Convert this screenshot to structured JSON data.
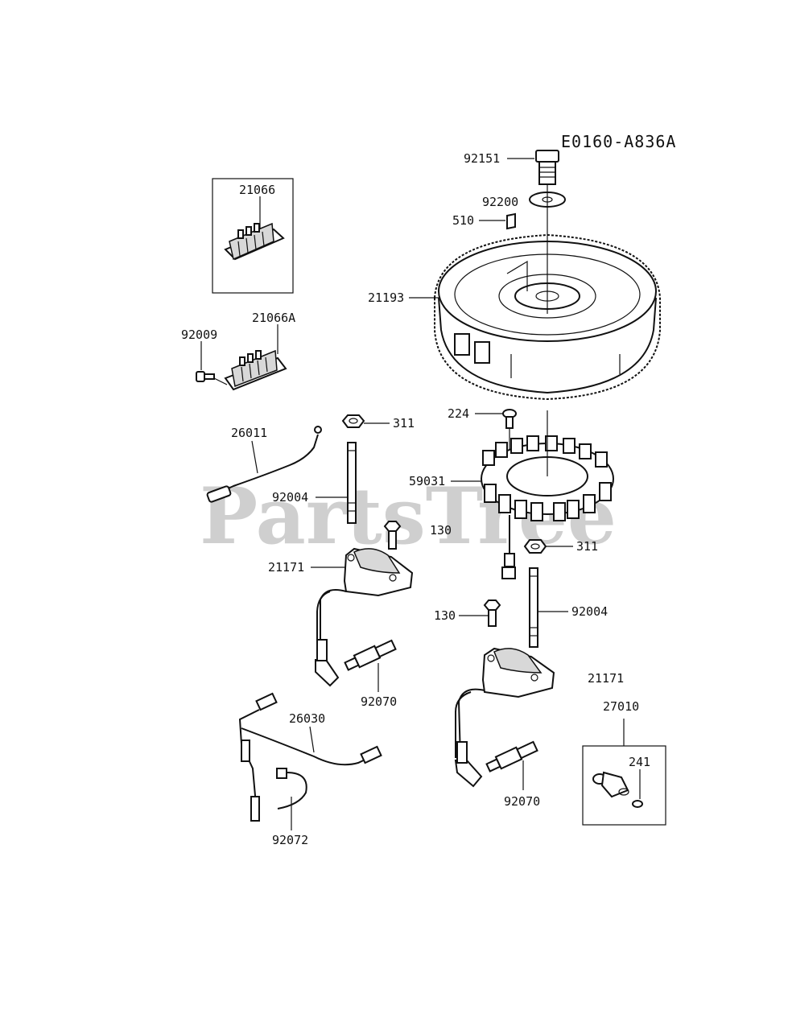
{
  "diagram_code": "E0160-A836A",
  "watermark": "PartsTree",
  "colors": {
    "ink": "#111111",
    "background": "#ffffff",
    "watermark": "#bfbfbf"
  },
  "labels": {
    "p92151": "92151",
    "p92200": "92200",
    "p510": "510",
    "p21066": "21066",
    "p21193": "21193",
    "p21066a": "21066A",
    "p92009": "92009",
    "p224": "224",
    "p311_top": "311",
    "p26011": "26011",
    "p59031": "59031",
    "p92004_left": "92004",
    "p130_upper": "130",
    "p311_right": "311",
    "p21171_left": "21171",
    "p130_lower": "130",
    "p92004_right": "92004",
    "p92070_left": "92070",
    "p21171_right": "21171",
    "p26030": "26030",
    "p27010": "27010",
    "p241": "241",
    "p92070_right": "92070",
    "p92072": "92072"
  }
}
